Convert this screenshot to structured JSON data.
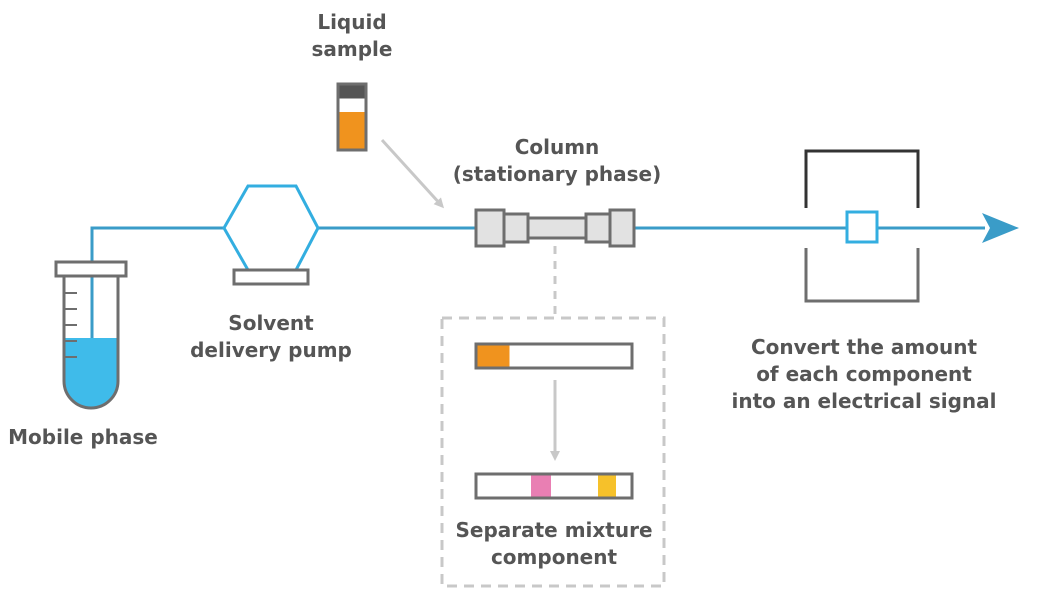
{
  "labels": {
    "liquid_sample": [
      "Liquid",
      "sample"
    ],
    "column": [
      "Column",
      "(stationary phase)"
    ],
    "pump": [
      "Solvent",
      "delivery pump"
    ],
    "mobile_phase": [
      "Mobile phase"
    ],
    "separate": [
      "Separate mixture",
      "component"
    ],
    "detector": [
      "Convert the amount",
      "of each component",
      "into an electrical signal"
    ]
  },
  "colors": {
    "flow_line": "#3a9cc8",
    "pump": "#33aee0",
    "liquid_mobile_phase": "#3fbbea",
    "sample": "#f0931e",
    "component_pink": "#e97fb3",
    "component_yellow": "#f6c12a",
    "outline_gray": "#6e6e6e",
    "light_gray": "#c8c8c8",
    "text": "#555555"
  }
}
